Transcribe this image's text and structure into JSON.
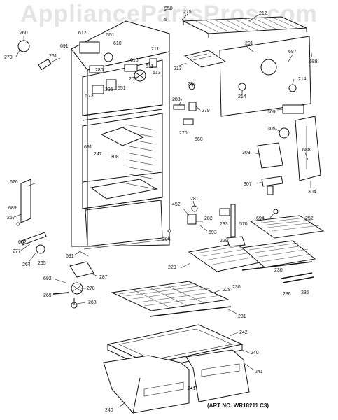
{
  "watermark": "AppliancePartsPros.com",
  "art_note": "(ART NO. WR18211 C3)",
  "part_numbers": [
    "550",
    "275",
    "212",
    "260",
    "612",
    "551",
    "610",
    "691",
    "270",
    "261",
    "201",
    "687",
    "688",
    "211",
    "615",
    "611",
    "613",
    "280",
    "209",
    "214",
    "573",
    "296",
    "551",
    "213",
    "284",
    "279",
    "283",
    "276",
    "560",
    "214",
    "309",
    "305",
    "691",
    "247",
    "308",
    "303",
    "688",
    "307",
    "304",
    "676",
    "689",
    "267",
    "452",
    "281",
    "282",
    "693",
    "233",
    "570",
    "694",
    "252",
    "602",
    "277",
    "264",
    "265",
    "691",
    "294",
    "229",
    "229",
    "230",
    "230",
    "236",
    "235",
    "287",
    "692",
    "278",
    "269",
    "263",
    "228",
    "231",
    "242",
    "240",
    "241",
    "241",
    "240",
    "5"
  ]
}
